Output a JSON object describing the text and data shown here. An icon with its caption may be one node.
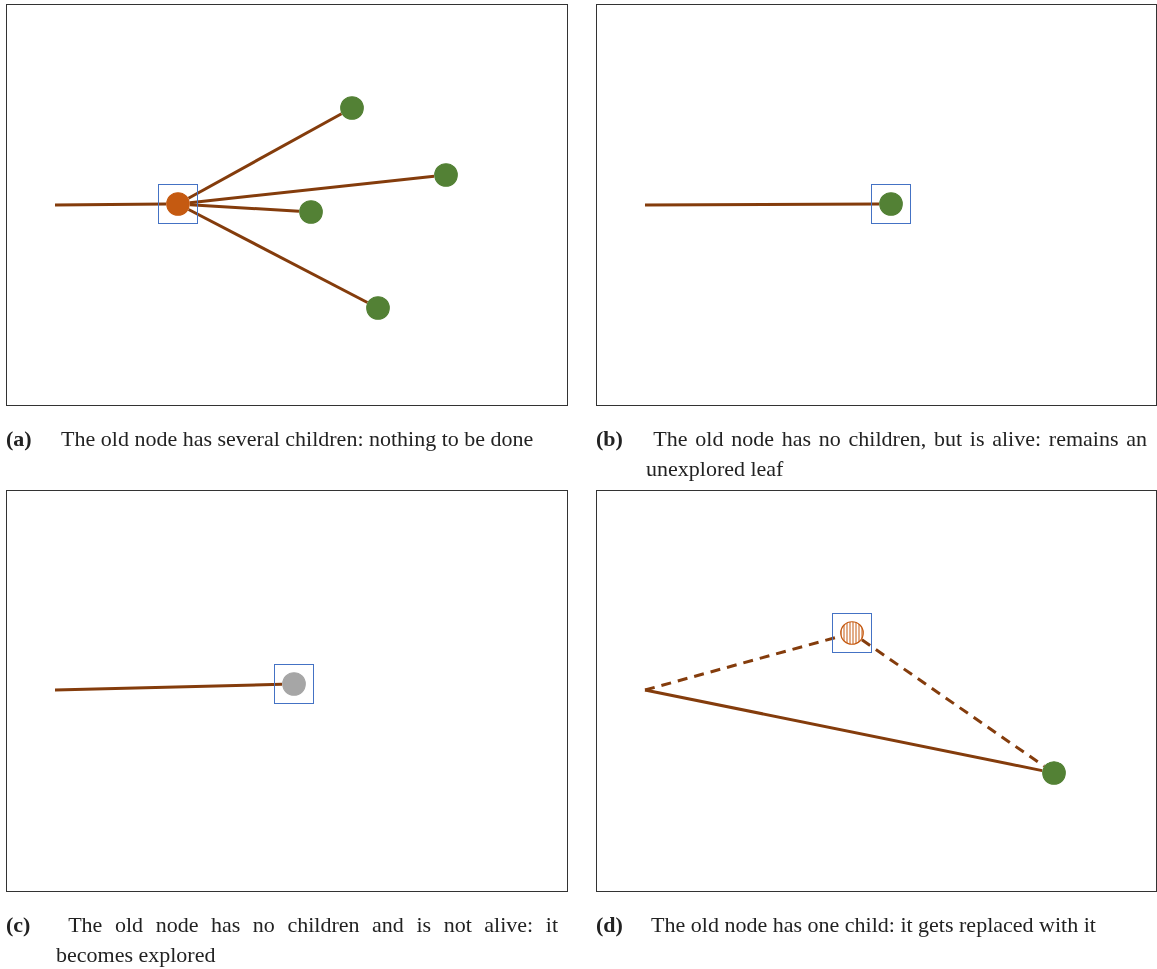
{
  "diagram": {
    "nodes": [
      {
        "text": [
          "**(a)** The old node has several children: nothing to be done"
        ]
      },
      {
        "text": [],
        "shape": "box",
        "in": 0
      },
      {
        "text": [],
        "shape": "circle",
        "in": 1
      },
      {
        "text": [],
        "shape": "circle",
        "in": 0
      },
      {
        "text": [],
        "shape": "circle",
        "in": 0
      },
      {
        "text": [],
        "shape": "circle",
        "in": 0
      },
      {
        "text": [],
        "shape": "circle",
        "in": 0
      },
      {
        "text": [
          "**(b)** The old node has no children, but is alive: remains an unexplored leaf"
        ]
      },
      {
        "text": [],
        "shape": "box",
        "in": 7
      },
      {
        "text": [],
        "shape": "circle",
        "in": 8
      },
      {
        "text": [
          "**(c)** The old node has no children and is not alive: it becomes explored"
        ]
      },
      {
        "text": [],
        "shape": "box",
        "in": 10
      },
      {
        "text": [],
        "shape": "circle",
        "in": 11
      },
      {
        "text": [
          "**(d)** The old node has one child: it gets replaced with it"
        ]
      },
      {
        "text": [],
        "shape": "box",
        "in": 13
      },
      {
        "text": [],
        "shape": "circle",
        "in": 14
      },
      {
        "text": [],
        "shape": "circle",
        "in": 13
      }
    ],
    "edges": [
      {
        "from": null,
        "to": 2,
        "arrow": "none"
      },
      {
        "from": 2,
        "to": 3,
        "arrow": "none"
      },
      {
        "from": 2,
        "to": 4,
        "arrow": "none"
      },
      {
        "from": 2,
        "to": 5,
        "arrow": "none"
      },
      {
        "from": 2,
        "to": 6,
        "arrow": "none"
      },
      {
        "from": null,
        "to": 9,
        "arrow": "none"
      },
      {
        "from": null,
        "to": 12,
        "arrow": "none"
      },
      {
        "from": null,
        "to": 15,
        "arrow": "none",
        "style": "dashed"
      },
      {
        "from": 15,
        "to": 16,
        "arrow": "none",
        "style": "dashed"
      },
      {
        "from": null,
        "to": 16,
        "arrow": "none"
      }
    ]
  }
}
